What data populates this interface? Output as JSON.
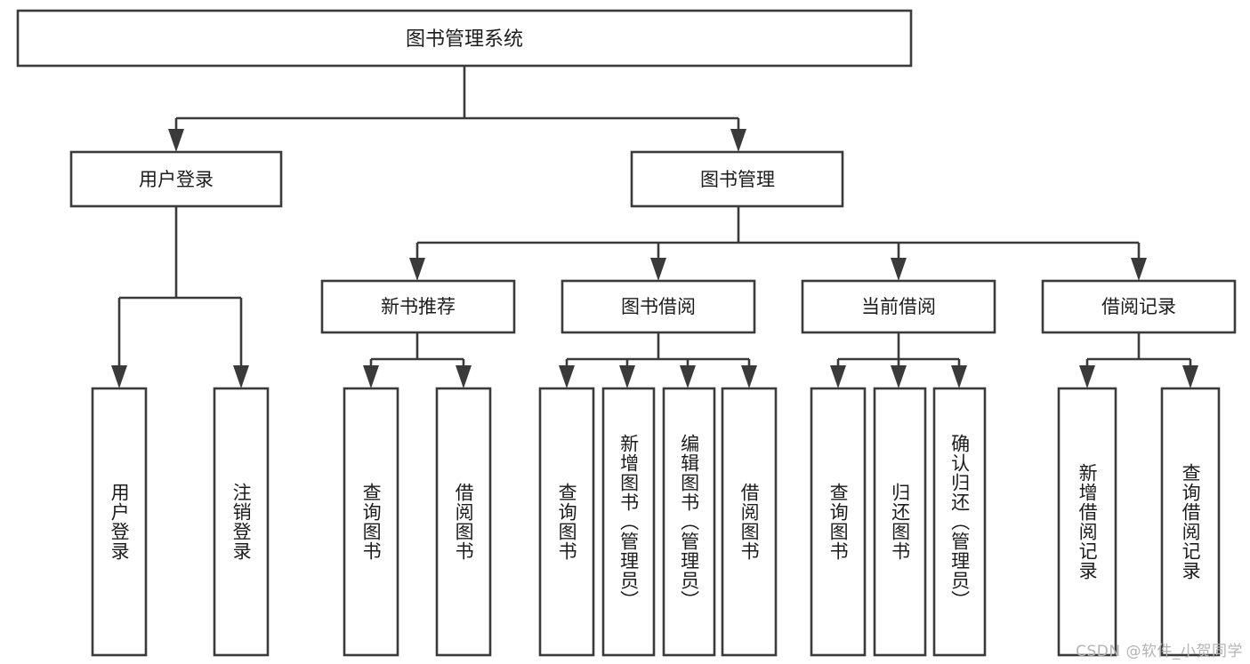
{
  "diagram": {
    "type": "tree",
    "title": "图书管理系统",
    "orientation": "top-down",
    "colors": {
      "box_fill": "#ffffff",
      "box_stroke": "#3a3a3a",
      "text": "#1c1c1c",
      "background": "#ffffff",
      "watermark": "#b4b4b4"
    },
    "nodes": {
      "root": {
        "label": "图书管理系统"
      },
      "level2": [
        {
          "id": "user-login",
          "label": "用户登录"
        },
        {
          "id": "book-management",
          "label": "图书管理"
        }
      ],
      "level3": [
        {
          "id": "new-book-recommend",
          "label": "新书推荐"
        },
        {
          "id": "book-borrow",
          "label": "图书借阅"
        },
        {
          "id": "current-borrow",
          "label": "当前借阅"
        },
        {
          "id": "borrow-record",
          "label": "借阅记录"
        }
      ],
      "leaves": {
        "user-login": [
          {
            "id": "leaf-user-login",
            "label": "用户登录"
          },
          {
            "id": "leaf-user-logout",
            "label": "注销登录"
          }
        ],
        "new-book-recommend": [
          {
            "id": "leaf-query-book-1",
            "label": "查询图书"
          },
          {
            "id": "leaf-borrow-book-1",
            "label": "借阅图书"
          }
        ],
        "book-borrow": [
          {
            "id": "leaf-query-book-2",
            "label": "查询图书"
          },
          {
            "id": "leaf-add-book",
            "label": "新增图书（管理员）"
          },
          {
            "id": "leaf-edit-book",
            "label": "编辑图书（管理员）"
          },
          {
            "id": "leaf-borrow-book-2",
            "label": "借阅图书"
          }
        ],
        "current-borrow": [
          {
            "id": "leaf-query-book-3",
            "label": "查询图书"
          },
          {
            "id": "leaf-return-book",
            "label": "归还图书"
          },
          {
            "id": "leaf-confirm-return",
            "label": "确认归还（管理员）"
          }
        ],
        "borrow-record": [
          {
            "id": "leaf-add-record",
            "label": "新增借阅记录"
          },
          {
            "id": "leaf-query-record",
            "label": "查询借阅记录"
          }
        ]
      }
    },
    "watermark": "CSDN @软件_小贺同学"
  }
}
